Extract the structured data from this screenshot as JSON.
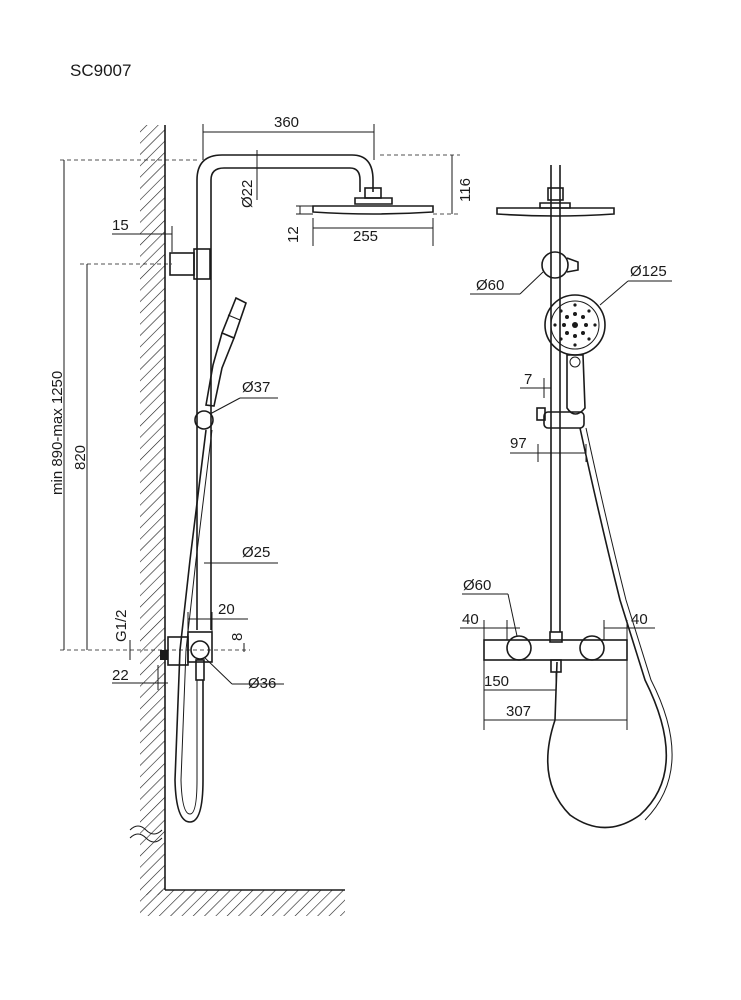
{
  "model": "SC9007",
  "dimensions": {
    "arm_length": "360",
    "arm_tube_dia": "Ø22",
    "head_height": "116",
    "head_thickness": "12",
    "head_width": "255",
    "bracket_offset": "15",
    "height_range": "min 890-max 1250",
    "bracket_height": "820",
    "slider_dia": "Ø37",
    "riser_dia": "Ø25",
    "valve_offset": "20",
    "inlet_thread": "G1/2",
    "outlet_offset": "8",
    "wall_gap": "22",
    "outlet_dia": "Ø36",
    "overhead_dia": "Ø60",
    "handshower_dia": "Ø125",
    "slider_gap": "7",
    "hose_offset": "97",
    "knob_dia": "Ø60",
    "knob_left_edge": "40",
    "knob_right_edge": "40",
    "outlet_center": "150",
    "mixer_length": "307"
  }
}
